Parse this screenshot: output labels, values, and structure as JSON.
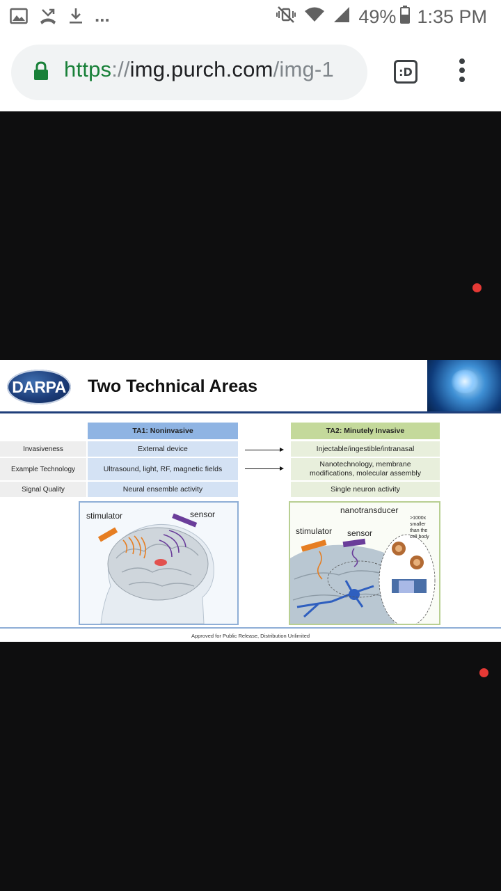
{
  "status_bar": {
    "battery_percent": "49%",
    "time": "1:35 PM",
    "icons": [
      "gallery-icon",
      "missed-call-icon",
      "download-icon",
      "more-notifications-icon",
      "vibrate-off-icon",
      "wifi-icon",
      "signal-icon",
      "battery-icon"
    ],
    "overflow_text": "..."
  },
  "browser": {
    "url_scheme": "https",
    "url_separator": "://",
    "url_host": "img.purch.com",
    "url_path": "/img-1",
    "tab_switcher_label": ":D"
  },
  "slide": {
    "logo_text": "DARPA",
    "title": "Two Technical Areas",
    "ta1_header": "TA1: Noninvasive",
    "ta2_header": "TA2: Minutely Invasive",
    "rows": [
      {
        "label": "Invasiveness",
        "ta1": "External device",
        "ta2": "Injectable/ingestible/intranasal"
      },
      {
        "label": "Example Technology",
        "ta1": "Ultrasound, light, RF, magnetic fields",
        "ta2": "Nanotechnology, membrane modifications, molecular assembly"
      },
      {
        "label": "Signal Quality",
        "ta1": "Neural ensemble activity",
        "ta2": "Single neuron activity"
      }
    ],
    "left_panel": {
      "stimulator": "stimulator",
      "sensor": "sensor"
    },
    "right_panel": {
      "nanotransducer": "nanotransducer",
      "stimulator": "stimulator",
      "sensor": "sensor",
      "scale_note": ">1000x smaller than the cell body"
    },
    "footer": "Approved for Public Release, Distribution Unlimited"
  },
  "colors": {
    "accent_red": "#e53935",
    "ta1_header": "#8fb4e3",
    "ta2_header": "#c4d99b",
    "url_green": "#188038"
  }
}
